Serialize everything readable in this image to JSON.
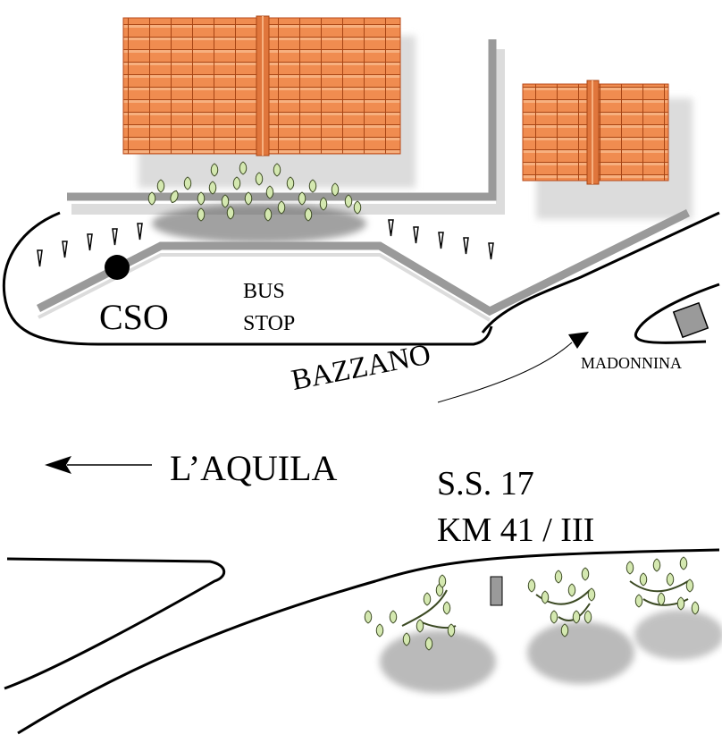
{
  "labels": {
    "cso": "CSO",
    "bus": "BUS",
    "stop": "STOP",
    "madonnina": "MADONNINA",
    "bazzano": "BAZZANO",
    "laquila": "L’AQUILA",
    "road": "S.S. 17",
    "km": "KM 41 / III"
  },
  "colors": {
    "roof": "#f08c50",
    "roof_line": "#b84a1a",
    "wall": "#9a9a9a",
    "shadow": "#d9d9d9",
    "foliage": "#d4e8b0",
    "foliage_dark": "#5b6b3c",
    "ink": "#000000"
  },
  "icons": {
    "cso_marker": "filled-circle",
    "arrow_left": "arrow-left-icon",
    "arrow_curve": "curved-arrow-icon"
  }
}
